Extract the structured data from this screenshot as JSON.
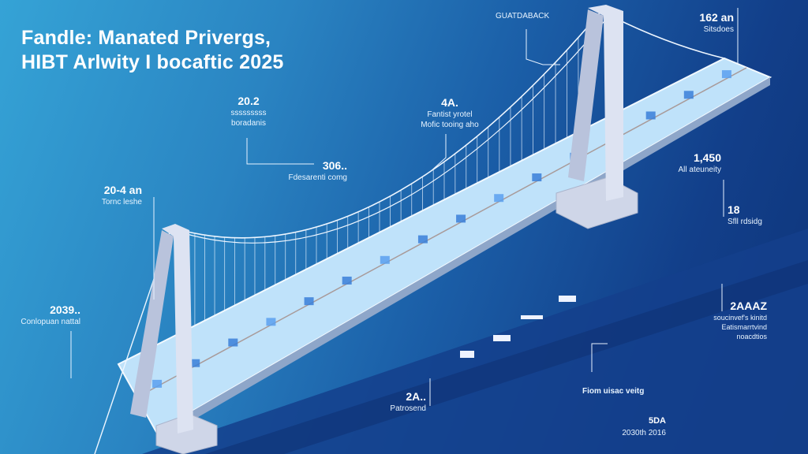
{
  "title": {
    "line1": "Fandle: Manated Privergs,",
    "line2": "HIBT Arlwity I bocaftic 2025"
  },
  "labels": [
    {
      "id": "top-center",
      "lines": [
        "GUATDABACK"
      ]
    },
    {
      "id": "top-right",
      "value": "162 an",
      "lines": [
        "Sitsdoes"
      ]
    },
    {
      "id": "upper-left",
      "value": "20.2",
      "lines": [
        "sssssssss",
        "boradanis"
      ]
    },
    {
      "id": "upper-mid",
      "value": "4A.",
      "lines": [
        "Fantist yrotel",
        "Mofic tooing aho"
      ]
    },
    {
      "id": "mid",
      "value": "306..",
      "lines": [
        "Fdesarenti comg"
      ]
    },
    {
      "id": "right-mid",
      "value": "1,450",
      "lines": [
        "All ateuneity"
      ]
    },
    {
      "id": "left-mid",
      "value": "20-4 an",
      "lines": [
        "Tornc leshe"
      ]
    },
    {
      "id": "right-small",
      "value": "18",
      "lines": [
        "Sfll rdsidg"
      ]
    },
    {
      "id": "left-low",
      "value": "2039..",
      "lines": [
        "Conlopuan nattal"
      ]
    },
    {
      "id": "right-low",
      "value": "2AAAZ",
      "lines": [
        "soucinvef's kinitd",
        "Eatismarrtvind",
        "noacdtios"
      ]
    },
    {
      "id": "bottom-mid",
      "value": "2A..",
      "lines": [
        "Patrosend"
      ]
    },
    {
      "id": "bottom-center",
      "lines": [
        "Fiom uisac veitg"
      ]
    },
    {
      "id": "bottom-right",
      "value": "5DA",
      "lines": [
        "2030th 2016"
      ]
    }
  ],
  "colors": {
    "deck": "#bfe2fa",
    "tower": "#d8dff0",
    "water": "#123e8a",
    "cable": "#eef6ff"
  }
}
